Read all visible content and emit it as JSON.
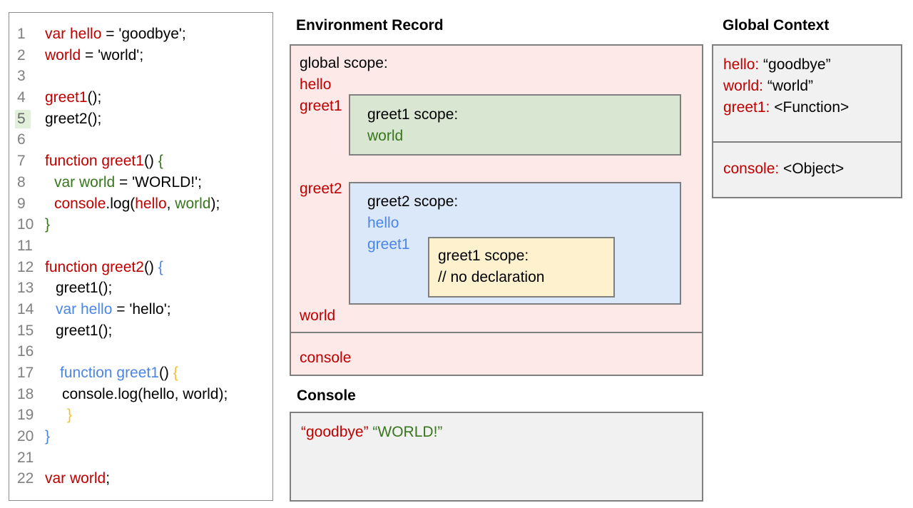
{
  "palette": {
    "red": "#c00000",
    "green": "#38761d",
    "blue": "#4a86e8",
    "yellow": "#f1c232",
    "black": "#000000",
    "line_number_gray": "#808080",
    "pink_bg": "#fce9e8",
    "green_bg": "#d9e7d2",
    "blue_bg": "#dbe8fa",
    "yellow_bg": "#fdf2cd",
    "gray_bg": "#f1f1f1",
    "border_gray": "#7f7f7f",
    "line_highlight": "#e2efda"
  },
  "code": {
    "highlighted_line": "5",
    "lines": [
      {
        "n": "1",
        "ind": 0,
        "hl": false,
        "seg": [
          [
            "var hello",
            "red"
          ],
          [
            " = 'goodbye';",
            "black"
          ]
        ]
      },
      {
        "n": "2",
        "ind": 0,
        "hl": false,
        "seg": [
          [
            "world",
            "red"
          ],
          [
            " = 'world';",
            "black"
          ]
        ]
      },
      {
        "n": "3",
        "ind": 0,
        "hl": false,
        "seg": []
      },
      {
        "n": "4",
        "ind": 0,
        "hl": false,
        "seg": [
          [
            "greet1",
            "red"
          ],
          [
            "();",
            "black"
          ]
        ]
      },
      {
        "n": "5",
        "ind": 0,
        "hl": true,
        "seg": [
          [
            "greet2();",
            "black"
          ]
        ]
      },
      {
        "n": "6",
        "ind": 0,
        "hl": false,
        "seg": []
      },
      {
        "n": "7",
        "ind": 0,
        "hl": false,
        "seg": [
          [
            "function greet1",
            "red"
          ],
          [
            "() ",
            "black"
          ],
          [
            "{",
            "green"
          ]
        ]
      },
      {
        "n": "8",
        "ind": 13,
        "hl": false,
        "seg": [
          [
            "var world",
            "green"
          ],
          [
            " = 'WORLD!';",
            "black"
          ]
        ]
      },
      {
        "n": "9",
        "ind": 13,
        "hl": false,
        "seg": [
          [
            "console",
            "red"
          ],
          [
            ".log(",
            "black"
          ],
          [
            "hello",
            "red"
          ],
          [
            ", ",
            "black"
          ],
          [
            "world",
            "green"
          ],
          [
            ");",
            "black"
          ]
        ]
      },
      {
        "n": "10",
        "ind": 0,
        "hl": false,
        "seg": [
          [
            "}",
            "green"
          ]
        ]
      },
      {
        "n": "11",
        "ind": 0,
        "hl": false,
        "seg": []
      },
      {
        "n": "12",
        "ind": 0,
        "hl": false,
        "seg": [
          [
            "function greet2",
            "red"
          ],
          [
            "() ",
            "black"
          ],
          [
            "{",
            "blue"
          ]
        ]
      },
      {
        "n": "13",
        "ind": 15,
        "hl": false,
        "seg": [
          [
            "greet1();",
            "black"
          ]
        ]
      },
      {
        "n": "14",
        "ind": 15,
        "hl": false,
        "seg": [
          [
            "var hello",
            "blue"
          ],
          [
            " = 'hello';",
            "black"
          ]
        ]
      },
      {
        "n": "15",
        "ind": 15,
        "hl": false,
        "seg": [
          [
            "greet1();",
            "black"
          ]
        ]
      },
      {
        "n": "16",
        "ind": 0,
        "hl": false,
        "seg": []
      },
      {
        "n": "17",
        "ind": 21,
        "hl": false,
        "seg": [
          [
            "function greet1",
            "blue"
          ],
          [
            "() ",
            "black"
          ],
          [
            "{",
            "yellow"
          ]
        ]
      },
      {
        "n": "18",
        "ind": 24,
        "hl": false,
        "seg": [
          [
            "console.log(hello, world);",
            "black"
          ]
        ]
      },
      {
        "n": "19",
        "ind": 31,
        "hl": false,
        "seg": [
          [
            "}",
            "yellow"
          ]
        ]
      },
      {
        "n": "20",
        "ind": 0,
        "hl": false,
        "seg": [
          [
            "}",
            "blue"
          ]
        ]
      },
      {
        "n": "21",
        "ind": 0,
        "hl": false,
        "seg": []
      },
      {
        "n": "22",
        "ind": 0,
        "hl": false,
        "seg": [
          [
            "var world",
            "red"
          ],
          [
            ";",
            "black"
          ]
        ]
      }
    ]
  },
  "environment_record": {
    "title": "Environment Record",
    "global_scope_label": "global scope:",
    "var_hello": "hello",
    "var_greet1": "greet1",
    "var_greet2": "greet2",
    "var_world": "world",
    "console_label": "console",
    "greet1_scope": {
      "label": "greet1 scope:",
      "var_world": "world"
    },
    "greet2_scope": {
      "label": "greet2 scope:",
      "var_hello": "hello",
      "var_greet1": "greet1",
      "inner_greet1_scope": {
        "label": "greet1 scope:",
        "comment": "// no declaration"
      }
    }
  },
  "console_panel": {
    "title": "Console",
    "output": [
      {
        "text": "“goodbye”",
        "color": "red"
      },
      {
        "text": "“WORLD!”",
        "color": "green"
      }
    ]
  },
  "global_context": {
    "title": "Global Context",
    "box1": [
      {
        "name": "hello:",
        "value": " “goodbye”"
      },
      {
        "name": "world:",
        "value": " “world”"
      },
      {
        "name": "greet1:",
        "value": " <Function>"
      }
    ],
    "box2": [
      {
        "name": "console:",
        "value": " <Object>"
      }
    ]
  }
}
